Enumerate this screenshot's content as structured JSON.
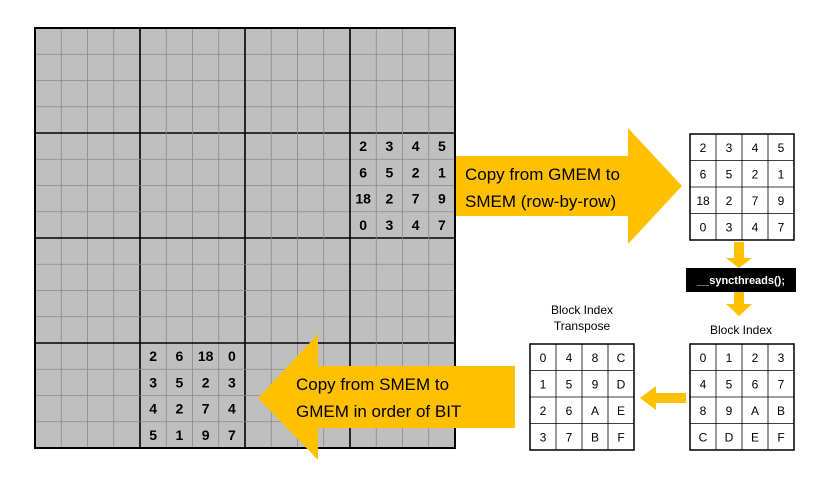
{
  "big_grid": {
    "block_a": [
      [
        "2",
        "3",
        "4",
        "5"
      ],
      [
        "6",
        "5",
        "2",
        "1"
      ],
      [
        "18",
        "2",
        "7",
        "9"
      ],
      [
        "0",
        "3",
        "4",
        "7"
      ]
    ],
    "block_b": [
      [
        "2",
        "6",
        "18",
        "0"
      ],
      [
        "3",
        "5",
        "2",
        "3"
      ],
      [
        "4",
        "2",
        "7",
        "4"
      ],
      [
        "5",
        "1",
        "9",
        "7"
      ]
    ]
  },
  "arrow_copy_in": {
    "line1": "Copy from GMEM to",
    "line2": "SMEM (row-by-row)"
  },
  "arrow_copy_out": {
    "line1": "Copy from SMEM to",
    "line2": "GMEM in order of BIT"
  },
  "smem_tile": [
    [
      "2",
      "3",
      "4",
      "5"
    ],
    [
      "6",
      "5",
      "2",
      "1"
    ],
    [
      "18",
      "2",
      "7",
      "9"
    ],
    [
      "0",
      "3",
      "4",
      "7"
    ]
  ],
  "sync_label": "__syncthreads();",
  "block_index": {
    "title": "Block Index",
    "cells": [
      [
        "0",
        "1",
        "2",
        "3"
      ],
      [
        "4",
        "5",
        "6",
        "7"
      ],
      [
        "8",
        "9",
        "A",
        "B"
      ],
      [
        "C",
        "D",
        "E",
        "F"
      ]
    ]
  },
  "block_index_transpose": {
    "title_line1": "Block Index",
    "title_line2": "Transpose",
    "cells": [
      [
        "0",
        "4",
        "8",
        "C"
      ],
      [
        "1",
        "5",
        "9",
        "D"
      ],
      [
        "2",
        "6",
        "A",
        "E"
      ],
      [
        "3",
        "7",
        "B",
        "F"
      ]
    ]
  },
  "colors": {
    "grid_fill": "#bfbfbf",
    "arrow": "#ffc000",
    "sync_bg": "#000000"
  }
}
